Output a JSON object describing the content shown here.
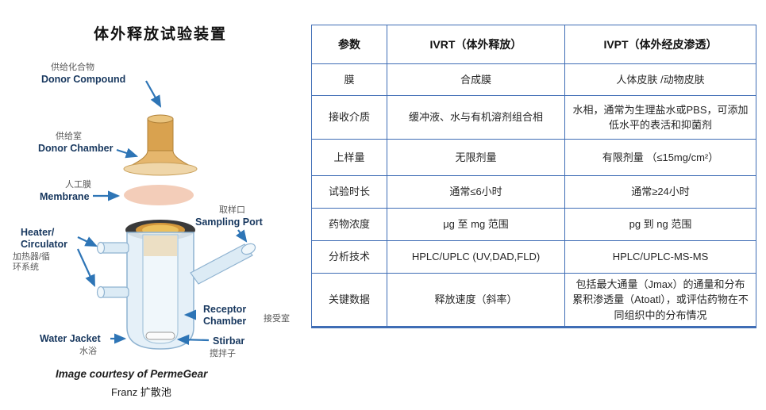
{
  "page": {
    "title": "体外释放试验装置"
  },
  "diagram": {
    "labels": {
      "donor_compound": {
        "zh": "供给化合物",
        "en": "Donor Compound"
      },
      "donor_chamber": {
        "zh": "供给室",
        "en": "Donor Chamber"
      },
      "membrane": {
        "zh": "人工膜",
        "en": "Membrane"
      },
      "sampling_port": {
        "zh": "取样口",
        "en": "Sampling Port"
      },
      "heater": {
        "zh": "加热器/循\n环系统",
        "en": "Heater/\nCirculator"
      },
      "receptor_chamber": {
        "zh": "接受室",
        "en": "Receptor\nChamber"
      },
      "water_jacket": {
        "zh": "水浴",
        "en": "Water Jacket"
      },
      "stirbar": {
        "zh": "搅拌子",
        "en": "Stirbar"
      }
    },
    "credit": "Image courtesy of PermeGear",
    "caption": "Franz 扩散池"
  },
  "table": {
    "headers": {
      "param": "参数",
      "ivrt": "IVRT（体外释放）",
      "ivpt": "IVPT（体外经皮渗透）"
    },
    "rows": [
      {
        "param": "膜",
        "ivrt": "合成膜",
        "ivpt": "人体皮肤 /动物皮肤"
      },
      {
        "param": "接收介质",
        "ivrt": "缓冲液、水与有机溶剂组合相",
        "ivpt": "水相，通常为生理盐水或PBS，可添加低水平的表活和抑菌剂"
      },
      {
        "param": "上样量",
        "ivrt": "无限剂量",
        "ivpt": "有限剂量 （≤15mg/cm²）"
      },
      {
        "param": "试验时长",
        "ivrt": "通常≤6小时",
        "ivpt": "通常≥24小时"
      },
      {
        "param": "药物浓度",
        "ivrt": "μg 至 mg 范围",
        "ivpt": "pg 到 ng 范围"
      },
      {
        "param": "分析技术",
        "ivrt": "HPLC/UPLC (UV,DAD,FLD)",
        "ivpt": "HPLC/UPLC-MS-MS"
      },
      {
        "param": "关键数据",
        "ivrt": "释放速度（斜率）",
        "ivpt": "包括最大通量（Jmax）的通量和分布累积渗透量（Atoatl），或评估药物在不同组织中的分布情况"
      }
    ]
  },
  "colors": {
    "table_border": "#3f6db5",
    "arrow": "#2e75b6",
    "label_en": "#17375e",
    "label_zh": "#595959",
    "donor_glass": "#d9a24f",
    "membrane_pink": "#f3cdb9",
    "glass_blue": "#dcebf5"
  }
}
